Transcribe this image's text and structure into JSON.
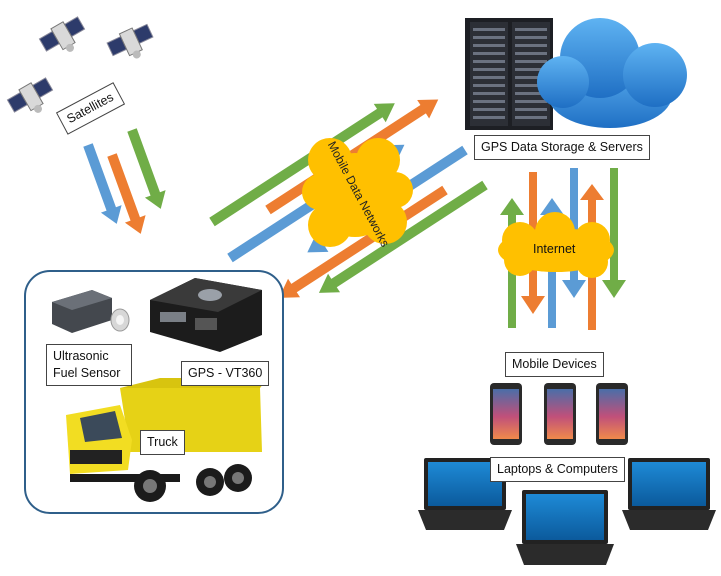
{
  "labels": {
    "satellites": "Satellites",
    "gps_storage": "GPS Data Storage & Servers",
    "mobile_data_networks": "Mobile Data Networks",
    "internet": "Internet",
    "ultrasonic_fuel_sensor": "Ultrasonic Fuel Sensor",
    "gps_device": "GPS - VT360",
    "truck": "Truck",
    "mobile_devices": "Mobile Devices",
    "laptops_computers": "Laptops & Computers"
  },
  "colors": {
    "arrow_blue": "#5b9bd5",
    "arrow_orange": "#ed7d31",
    "arrow_green": "#70ad47",
    "cloud_yellow": "#ffc000",
    "server_cloud_blue": "#2e86de",
    "truck_yellow": "#e8d21a",
    "box_border": "#2f5f8a"
  },
  "icons": [
    "satellite-icon",
    "server-rack-icon",
    "cloud-icon",
    "fuel-sensor-icon",
    "gps-tracker-icon",
    "truck-icon",
    "smartphone-icon",
    "laptop-icon"
  ]
}
